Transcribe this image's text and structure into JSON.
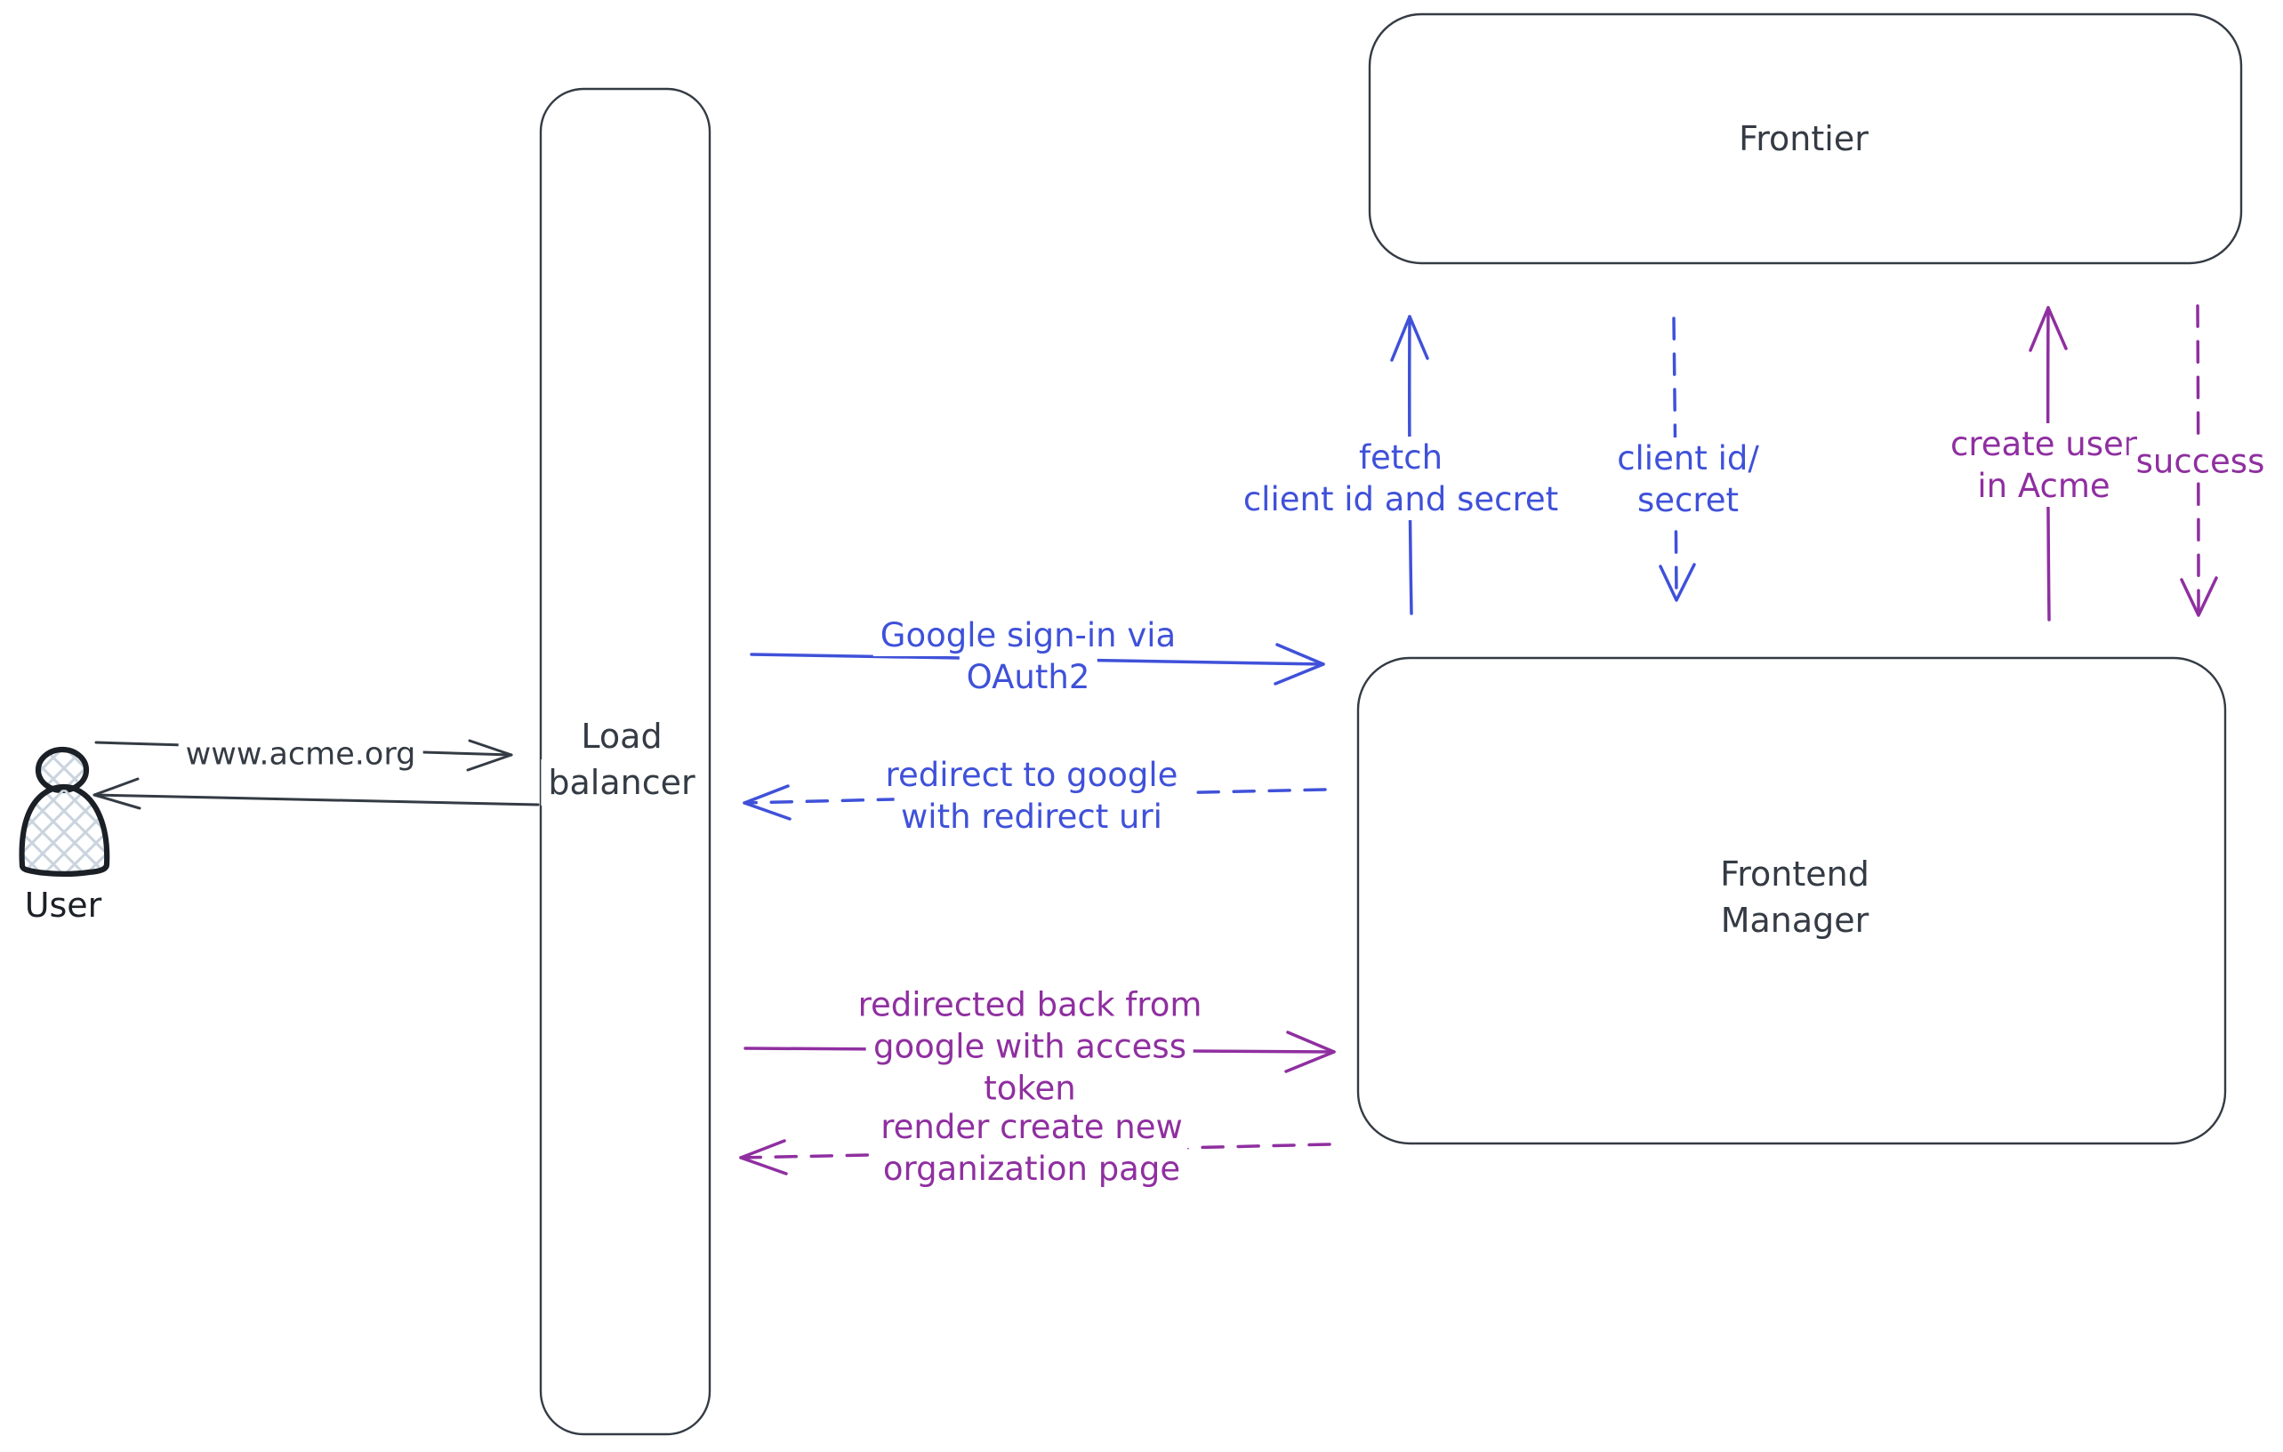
{
  "colors": {
    "dark": "#343b44",
    "blue": "#3f51d9",
    "purple": "#8f2fa0",
    "hatch": "#c9d4de",
    "ink": "#1b2026",
    "bg": "#ffffff"
  },
  "nodes": {
    "user": {
      "title": "User"
    },
    "load_balancer": {
      "line1": "Load",
      "line2": "balancer"
    },
    "frontier": {
      "title": "Frontier"
    },
    "frontend_manager": {
      "line1": "Frontend",
      "line2": "Manager"
    }
  },
  "flows": {
    "www_request": {
      "label": "www.acme.org",
      "from": "User",
      "to": "Load balancer",
      "style": "solid",
      "color": "dark",
      "direction": "right"
    },
    "www_response": {
      "label": "",
      "from": "Load balancer",
      "to": "User",
      "style": "solid",
      "color": "dark",
      "direction": "left"
    },
    "google_signin": {
      "line1": "Google sign-in via",
      "line2": "OAuth2",
      "from": "Load balancer",
      "to": "Frontend Manager",
      "style": "solid",
      "color": "blue",
      "direction": "right"
    },
    "redirect_google": {
      "line1": "redirect to google",
      "line2": "with redirect uri",
      "from": "Frontend Manager",
      "to": "Load balancer",
      "style": "dashed",
      "color": "blue",
      "direction": "left"
    },
    "fetch_secret": {
      "line1": "fetch",
      "line2": "client id and secret",
      "from": "Frontend Manager",
      "to": "Frontier",
      "style": "solid",
      "color": "blue",
      "direction": "up"
    },
    "client_id_secret": {
      "line1": "client id/",
      "line2": "secret",
      "from": "Frontier",
      "to": "Frontend Manager",
      "style": "dashed",
      "color": "blue",
      "direction": "down"
    },
    "create_user": {
      "line1": "create user",
      "line2": "in Acme",
      "from": "Frontend Manager",
      "to": "Frontier",
      "style": "solid",
      "color": "purple",
      "direction": "up"
    },
    "success": {
      "label": "success",
      "from": "Frontier",
      "to": "Frontend Manager",
      "style": "dashed",
      "color": "purple",
      "direction": "down"
    },
    "redirected_back": {
      "line1": "redirected back from",
      "line2": "google with access",
      "line3": "token",
      "from": "Load balancer",
      "to": "Frontend Manager",
      "style": "solid",
      "color": "purple",
      "direction": "right"
    },
    "render_org_page": {
      "line1": "render create new",
      "line2": "organization page",
      "from": "Frontend Manager",
      "to": "Load balancer",
      "style": "dashed",
      "color": "purple",
      "direction": "left"
    }
  }
}
